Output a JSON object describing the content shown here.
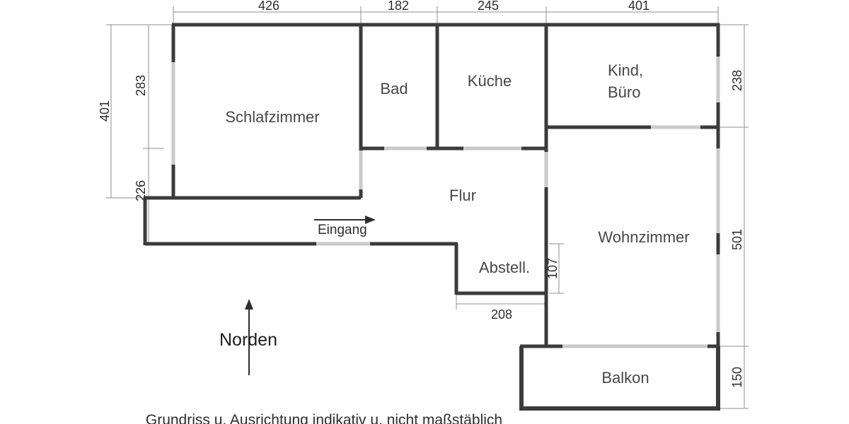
{
  "plan": {
    "rooms": {
      "schlafzimmer": "Schlafzimmer",
      "bad": "Bad",
      "kueche": "Küche",
      "kind_line1": "Kind,",
      "kind_line2": "Büro",
      "flur": "Flur",
      "wohnzimmer": "Wohnzimmer",
      "abstell": "Abstell.",
      "balkon": "Balkon"
    },
    "dims": {
      "top1": "426",
      "top2": "182",
      "top3": "245",
      "top4": "401",
      "left_outer": "401",
      "left_upper": "283",
      "left_lower": "226",
      "right_top": "238",
      "right_mid": "501",
      "right_bottom": "150",
      "abstell_w": "208",
      "abstell_h": "107"
    },
    "labels": {
      "entrance": "Eingang",
      "north": "Norden",
      "caption": "Grundriss u. Ausrichtung indikativ u. nicht maßstäblich"
    },
    "colors": {
      "wall": "#3b3b3b",
      "window": "#c9c9c9",
      "dim_line": "#8f8f8f",
      "text": "#2e2e2e",
      "room_text": "#474747"
    }
  }
}
